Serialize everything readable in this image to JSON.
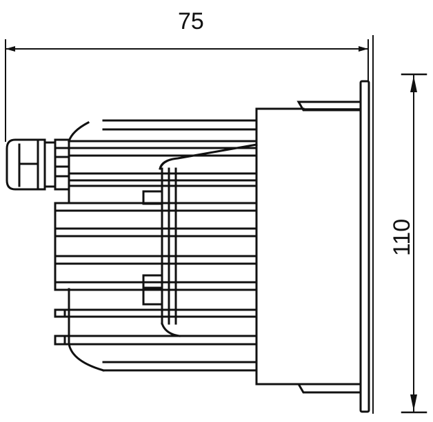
{
  "drawing": {
    "subject": "Recessed downlight side view with heat sink fins and cable gland",
    "line_color": "#111111",
    "background": "#ffffff"
  },
  "dimensions": {
    "width": {
      "value": "75",
      "orientation": "horizontal"
    },
    "height": {
      "value": "110",
      "orientation": "vertical"
    }
  }
}
